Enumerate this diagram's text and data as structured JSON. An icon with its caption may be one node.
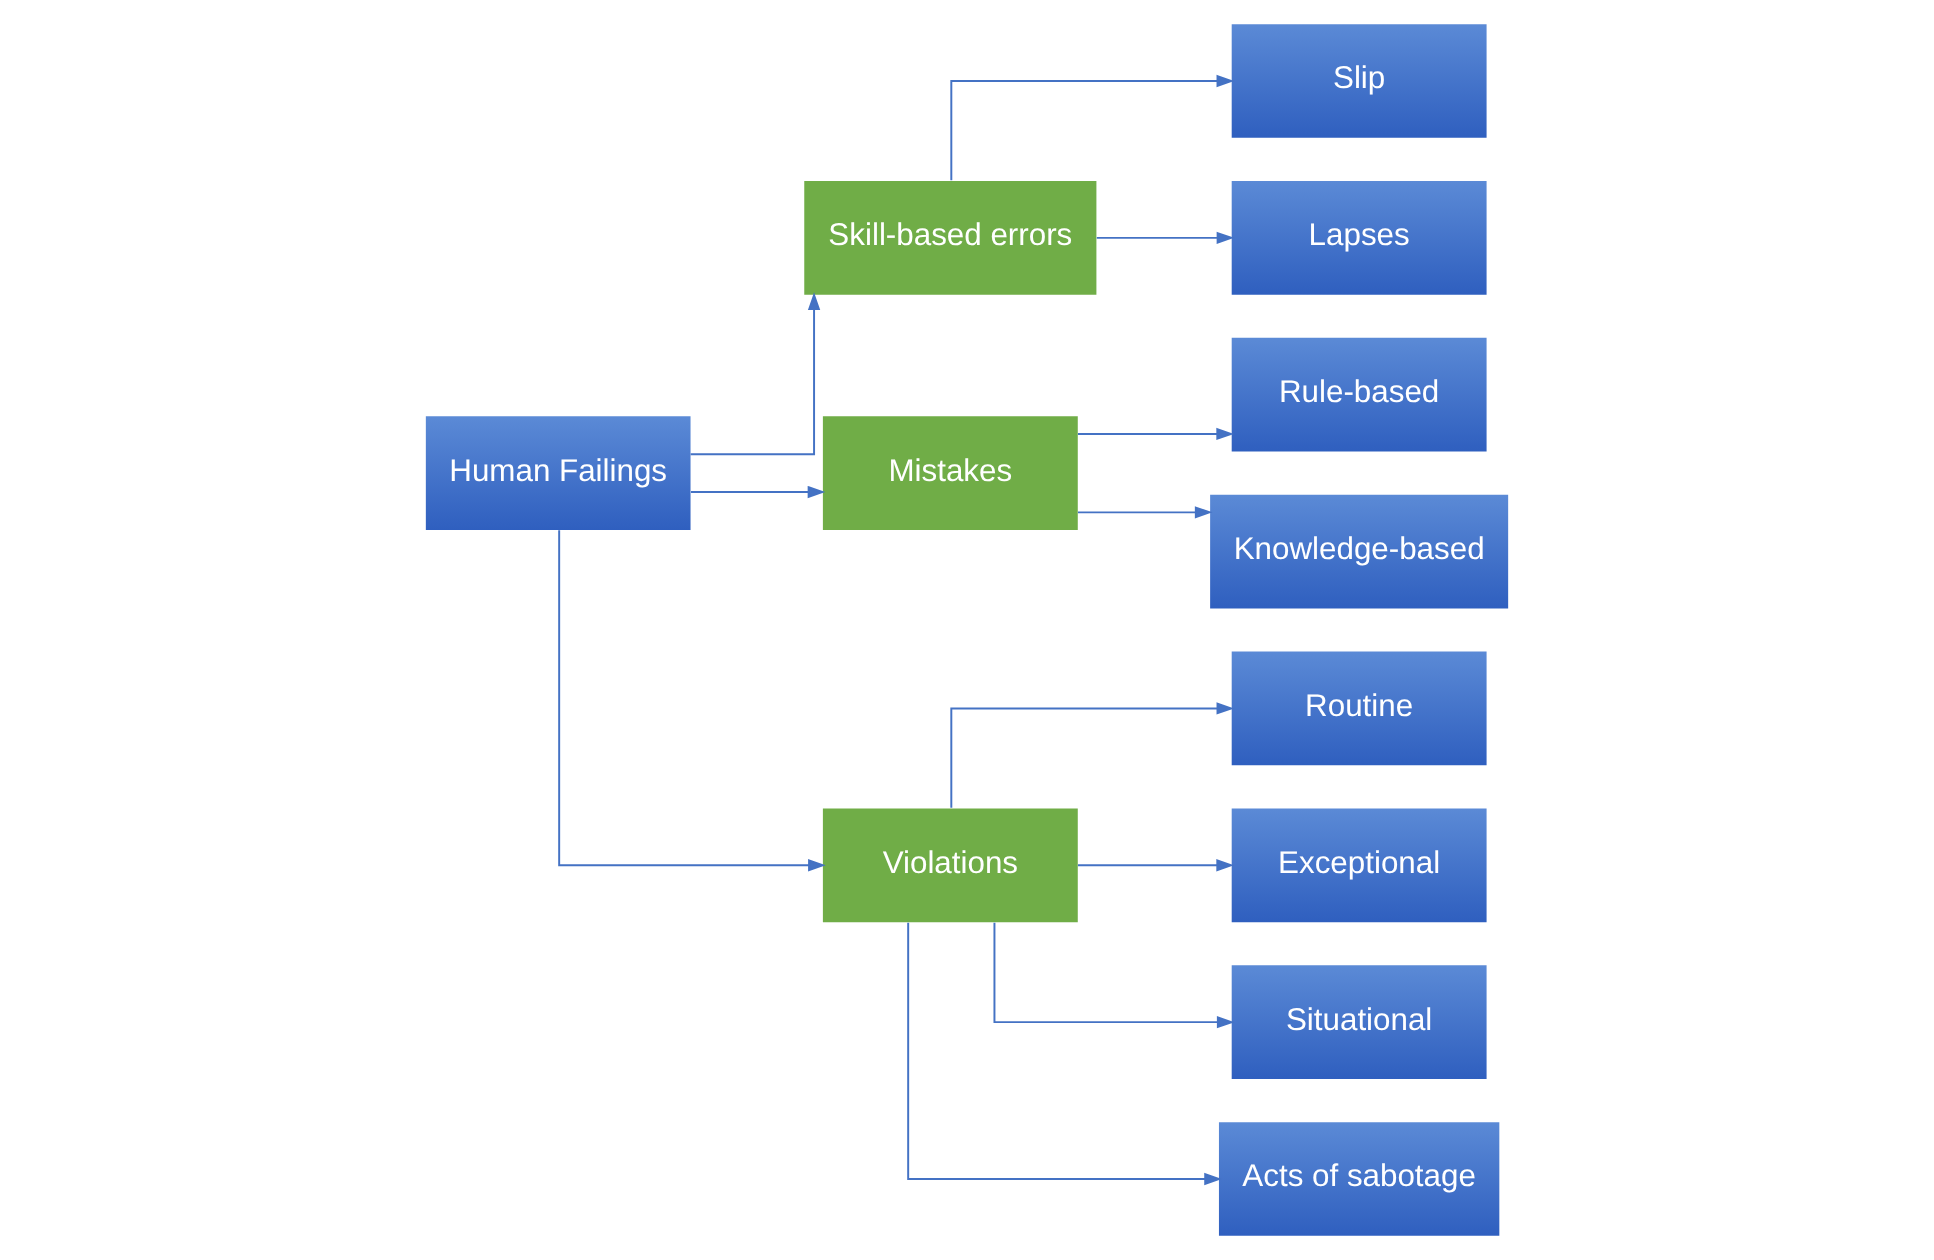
{
  "diagram": {
    "nodes": [
      {
        "text": [
          "Human Failings"
        ]
      },
      {
        "text": [
          "Skill-based errors"
        ]
      },
      {
        "text": [
          "Slip"
        ]
      },
      {
        "text": [
          "Lapses"
        ]
      },
      {
        "text": [
          "Mistakes"
        ]
      },
      {
        "text": [
          "Rule-based"
        ]
      },
      {
        "text": [
          "Knowledge-based"
        ]
      },
      {
        "text": [
          "Violations"
        ]
      },
      {
        "text": [
          "Routine"
        ]
      },
      {
        "text": [
          "Exceptional"
        ]
      },
      {
        "text": [
          "Situational"
        ]
      },
      {
        "text": [
          "Acts of sabotage"
        ]
      }
    ],
    "edges": [
      {
        "from": 0,
        "to": 1,
        "arrow": "to"
      },
      {
        "from": 0,
        "to": 4,
        "arrow": "to"
      },
      {
        "from": 0,
        "to": 7,
        "arrow": "to"
      },
      {
        "from": 1,
        "to": 2,
        "arrow": "to"
      },
      {
        "from": 1,
        "to": 3,
        "arrow": "to"
      },
      {
        "from": 4,
        "to": 5,
        "arrow": "to"
      },
      {
        "from": 4,
        "to": 6,
        "arrow": "to"
      },
      {
        "from": 7,
        "to": 8,
        "arrow": "to"
      },
      {
        "from": 7,
        "to": 9,
        "arrow": "to"
      },
      {
        "from": 7,
        "to": 10,
        "arrow": "to"
      },
      {
        "from": 7,
        "to": 11,
        "arrow": "to"
      }
    ]
  }
}
